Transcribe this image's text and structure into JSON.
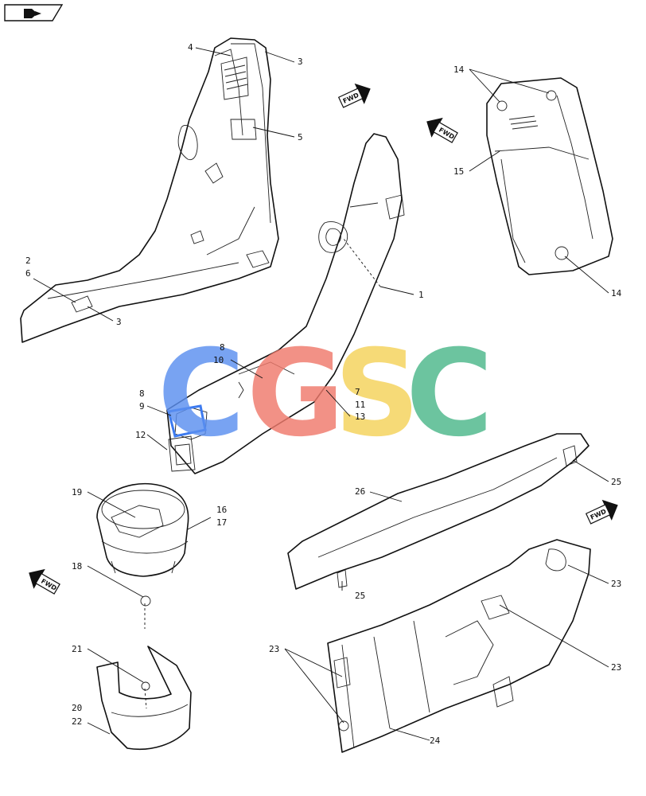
{
  "fwd_label": "FWD",
  "colors": {
    "watermark_blue": "#5b8ff0",
    "watermark_red": "#f07a6c",
    "watermark_yellow": "#f5d25a",
    "watermark_green": "#4cb88a",
    "highlight_part": "#3d7bf0"
  },
  "watermark": {
    "letters": [
      "C",
      "G",
      "S",
      "C"
    ]
  },
  "callouts": {
    "c3a": "3",
    "c4": "4",
    "c5": "5",
    "c2": "2",
    "c6": "6",
    "c3b": "3",
    "c1": "1",
    "c8a": "8",
    "c10": "10",
    "c8b": "8",
    "c9": "9",
    "c12": "12",
    "c7": "7",
    "c11": "11",
    "c13": "13",
    "c14a": "14",
    "c15": "15",
    "c14b": "14",
    "c19": "19",
    "c16": "16",
    "c17": "17",
    "c18": "18",
    "c21": "21",
    "c20": "20",
    "c22": "22",
    "c26": "26",
    "c25a": "25",
    "c25b": "25",
    "c23a": "23",
    "c23b": "23",
    "c23c": "23",
    "c24": "24"
  }
}
